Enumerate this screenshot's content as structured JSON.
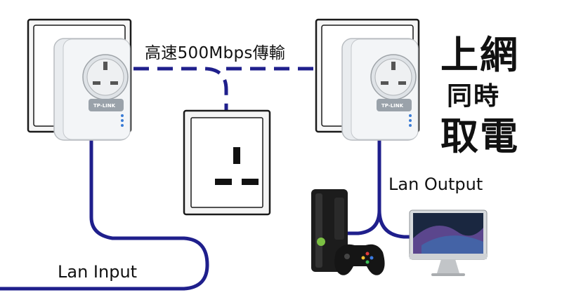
{
  "texts": {
    "speed_label": "高速500Mbps傳輸",
    "lan_input": "Lan Input",
    "lan_output": "Lan Output",
    "headline_line1": "上網",
    "headline_line2": "同時",
    "headline_line3": "取電"
  },
  "devices": {
    "adapter_brand": "TP-LINK"
  },
  "colors": {
    "cable": "#1f1f8c",
    "socket_plate": "#f4f4f4",
    "outline": "#1a1a1a"
  }
}
